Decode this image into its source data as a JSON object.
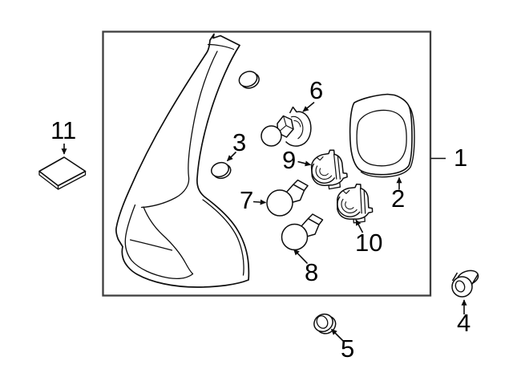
{
  "diagram": {
    "type": "exploded-parts-diagram",
    "subject": "tail-lamp-assembly",
    "background_color": "#ffffff",
    "line_color": "#0d0d0d",
    "frame_color": "#3e3e3e",
    "parts": [
      {
        "num": "1",
        "shape": "frame-box-callout"
      },
      {
        "num": "2",
        "shape": "gasket-seal"
      },
      {
        "num": "3",
        "shape": "bulb-cap"
      },
      {
        "num": "4",
        "shape": "mounting-nut"
      },
      {
        "num": "5",
        "shape": "grommet"
      },
      {
        "num": "6",
        "shape": "bulb-with-socket"
      },
      {
        "num": "7",
        "shape": "bulb"
      },
      {
        "num": "8",
        "shape": "bulb"
      },
      {
        "num": "9",
        "shape": "bulb-socket"
      },
      {
        "num": "10",
        "shape": "bulb-socket"
      },
      {
        "num": "11",
        "shape": "adhesive-pad"
      }
    ]
  }
}
